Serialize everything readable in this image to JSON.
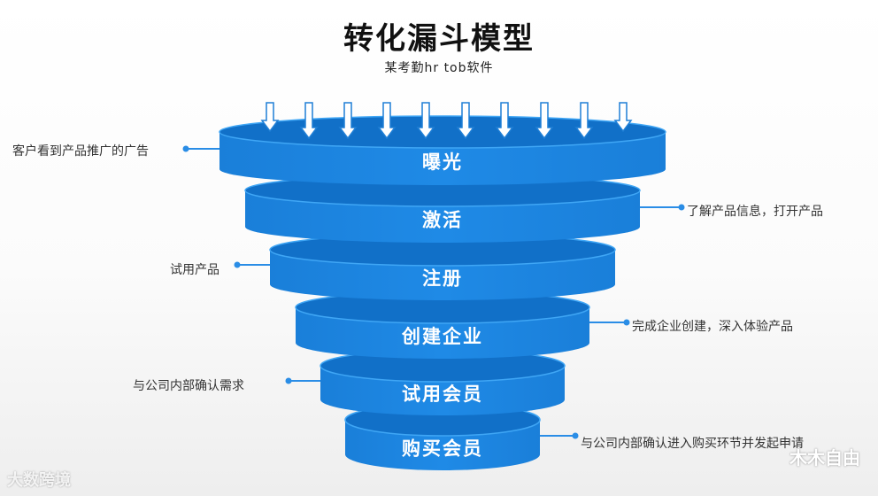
{
  "title": "转化漏斗模型",
  "subtitle": "某考勤hr tob软件",
  "stages": [
    {
      "label": "曝光",
      "note": "客户看到产品推广的广告"
    },
    {
      "label": "激活",
      "note": "了解产品信息，打开产品"
    },
    {
      "label": "注册",
      "note": "试用产品"
    },
    {
      "label": "创建企业",
      "note": "完成企业创建，深入体验产品"
    },
    {
      "label": "试用会员",
      "note": "与公司内部确认需求"
    },
    {
      "label": "购买会员",
      "note": "与公司内部确认进入购买环节并发起申请"
    }
  ],
  "watermarks": {
    "left": "大数跨境",
    "right": "木木自由"
  },
  "colors": {
    "body": "#1f8ae6",
    "top": "#1170c8",
    "edge": "#3fa6f5"
  }
}
